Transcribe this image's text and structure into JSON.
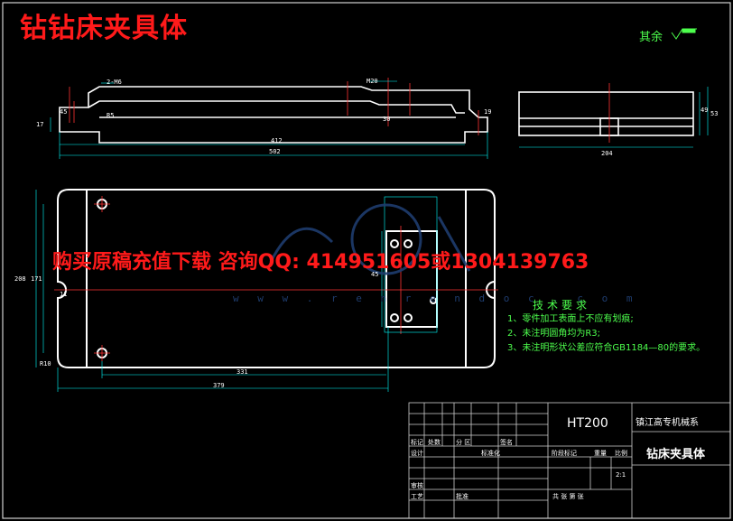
{
  "header": {
    "title": "钻钻床夹具体"
  },
  "watermark": {
    "line": "购买原稿充值下载 咨询QQ: 414951605或1304139763",
    "url": "w w w . r e n r e n d o c . c o m"
  },
  "roughness": {
    "label": "其余"
  },
  "tech_requirements": {
    "title": "技术要求",
    "items": [
      "1、零件加工表面上不应有划痕;",
      "2、未注明圆角均为R3;",
      "3、未注明形状公差应符合GB1184—80的要求。"
    ]
  },
  "dimensions": {
    "front": [
      "2-M6",
      "R5",
      "45",
      "17",
      "412",
      "502",
      "30",
      "19",
      "M20"
    ],
    "side": [
      "49",
      "53",
      "204"
    ],
    "plan": [
      "208",
      "171",
      "11",
      "R10",
      "331",
      "379",
      "45"
    ]
  },
  "title_block": {
    "material": "HT200",
    "school": "镇江高专机械系",
    "part_name": "钻床夹具体",
    "scale": "2:1",
    "labels": [
      "标记",
      "处数",
      "分 区",
      "签名",
      "设计",
      "标准化",
      "阶段标记",
      "重量",
      "比例",
      "审核",
      "工艺",
      "批准",
      "共 张 第 张"
    ]
  },
  "colors": {
    "background": "#000000",
    "outline": "#ffffff",
    "dimension": "#00ffff",
    "centerline": "#ff3333",
    "note": "#4dff4d",
    "frame": "#cccccc"
  }
}
